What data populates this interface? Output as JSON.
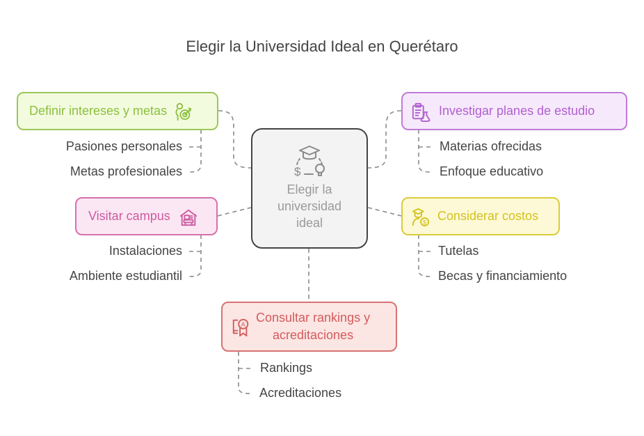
{
  "title": "Elegir la Universidad Ideal en Querétaro",
  "center": {
    "label_line1": "Elegir la",
    "label_line2": "universidad",
    "label_line3": "ideal",
    "icon": "graduation-cap-dollar-lightbulb-cycle-icon"
  },
  "branches": [
    {
      "label": "Definir intereses y metas",
      "icon": "person-target-icon",
      "color": "#8bbf3f",
      "fill": "#f3fbdf",
      "children": [
        "Pasiones personales",
        "Metas profesionales"
      ]
    },
    {
      "label": "Investigar planes de estudio",
      "icon": "clipboard-flask-icon",
      "color": "#b05fcf",
      "fill": "#f6e9fb",
      "children": [
        "Materias ofrecidas",
        "Enfoque educativo"
      ]
    },
    {
      "label": "Visitar campus",
      "icon": "building-campus-icon",
      "color": "#cc5aa0",
      "fill": "#fbe7f3",
      "children": [
        "Instalaciones",
        "Ambiente estudiantil"
      ]
    },
    {
      "label": "Considerar costos",
      "icon": "graduate-coin-icon",
      "color": "#d4c21f",
      "fill": "#fdf9d6",
      "children": [
        "Tutelas",
        "Becas y financiamiento"
      ]
    },
    {
      "label_line1": "Consultar rankings y",
      "label_line2": "acreditaciones",
      "icon": "certificate-award-icon",
      "color": "#d35b5b",
      "fill": "#fbe6e4",
      "children": [
        "Rankings",
        "Acreditaciones"
      ]
    }
  ]
}
